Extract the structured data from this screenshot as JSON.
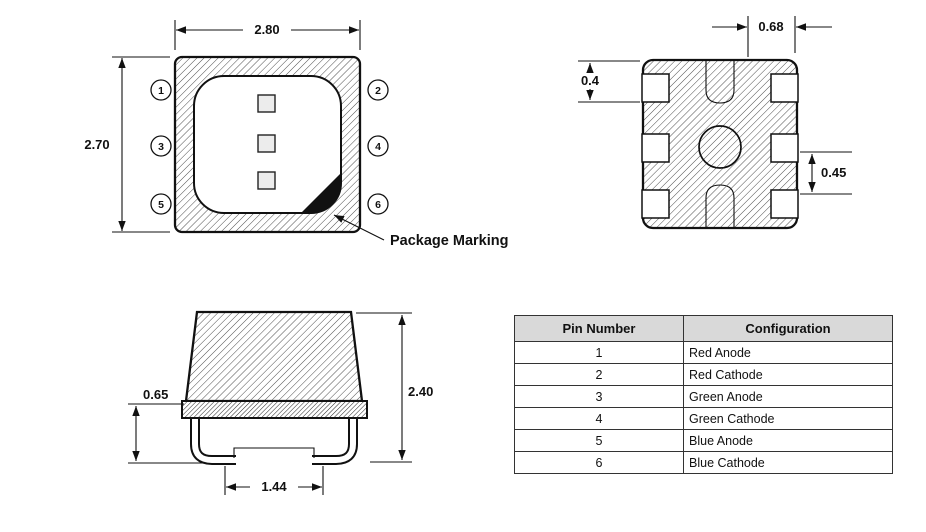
{
  "colors": {
    "line": "#111111",
    "table_header_bg": "#d9d9d9"
  },
  "top_view": {
    "width_dim": "2.80",
    "height_dim": "2.70",
    "pins": [
      "1",
      "2",
      "3",
      "4",
      "5",
      "6"
    ],
    "marking_label": "Package Marking"
  },
  "bottom_view": {
    "dim_top": "0.68",
    "dim_left": "0.4",
    "dim_right": "0.45"
  },
  "side_view": {
    "dim_left": "0.65",
    "dim_right": "2.40",
    "dim_bottom": "1.44"
  },
  "pin_table": {
    "headers": [
      "Pin Number",
      "Configuration"
    ],
    "rows": [
      {
        "pin": "1",
        "config": "Red Anode"
      },
      {
        "pin": "2",
        "config": "Red Cathode"
      },
      {
        "pin": "3",
        "config": "Green Anode"
      },
      {
        "pin": "4",
        "config": "Green Cathode"
      },
      {
        "pin": "5",
        "config": "Blue Anode"
      },
      {
        "pin": "6",
        "config": "Blue Cathode"
      }
    ]
  }
}
